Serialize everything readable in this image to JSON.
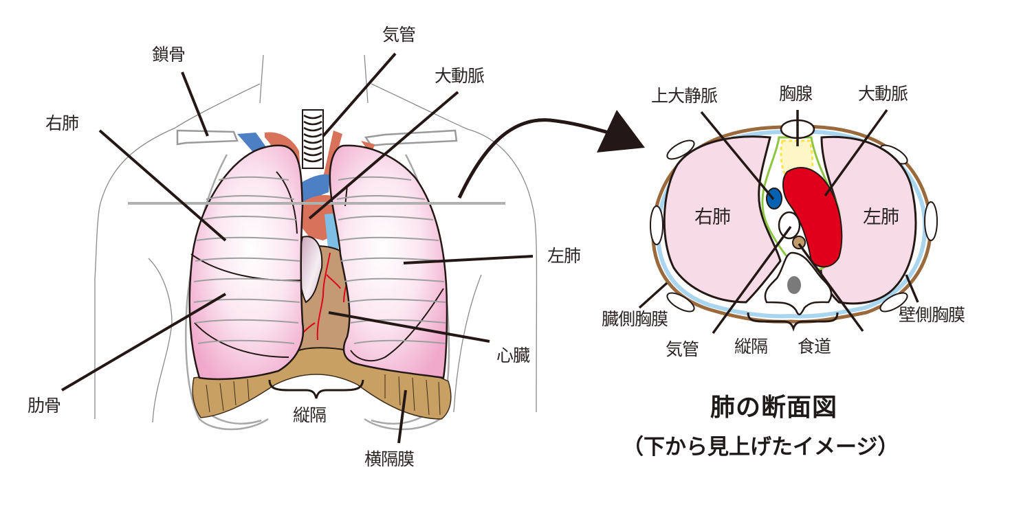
{
  "diagram": {
    "title": "肺の断面図",
    "subtitle": "（下から見上げたイメージ）",
    "front_view": {
      "labels": {
        "clavicle": "鎖骨",
        "trachea": "気管",
        "aorta": "大動脈",
        "right_lung": "右肺",
        "left_lung": "左肺",
        "heart": "心臓",
        "rib": "肋骨",
        "mediastinum": "縦隔",
        "diaphragm": "横隔膜"
      }
    },
    "cross_section": {
      "labels": {
        "superior_vena_cava": "上大静脈",
        "thymus": "胸腺",
        "aorta": "大動脈",
        "right_lung": "右肺",
        "left_lung": "左肺",
        "visceral_pleura": "臓側胸膜",
        "parietal_pleura": "壁側胸膜",
        "trachea": "気管",
        "mediastinum": "縦隔",
        "esophagus": "食道"
      }
    },
    "colors": {
      "lung": "#f3b6d2",
      "lung_section": "#f7dbe7",
      "aorta_front": "#d9725a",
      "aorta_section": "#e0001b",
      "vein": "#4d7fc4",
      "vein_section": "#0062b1",
      "heart": "#c49a74",
      "diaphragm": "#c9a063",
      "pleura_outer": "#9a6a3c",
      "pleura_inner": "#a9d6ee",
      "thymus": "#fdf7c8",
      "thymus_dots": "#ffe34a",
      "pericardium": "#8cc63f",
      "esophagus": "#c19a6b",
      "line": "#231815",
      "rib": "#9e9e9e"
    }
  }
}
